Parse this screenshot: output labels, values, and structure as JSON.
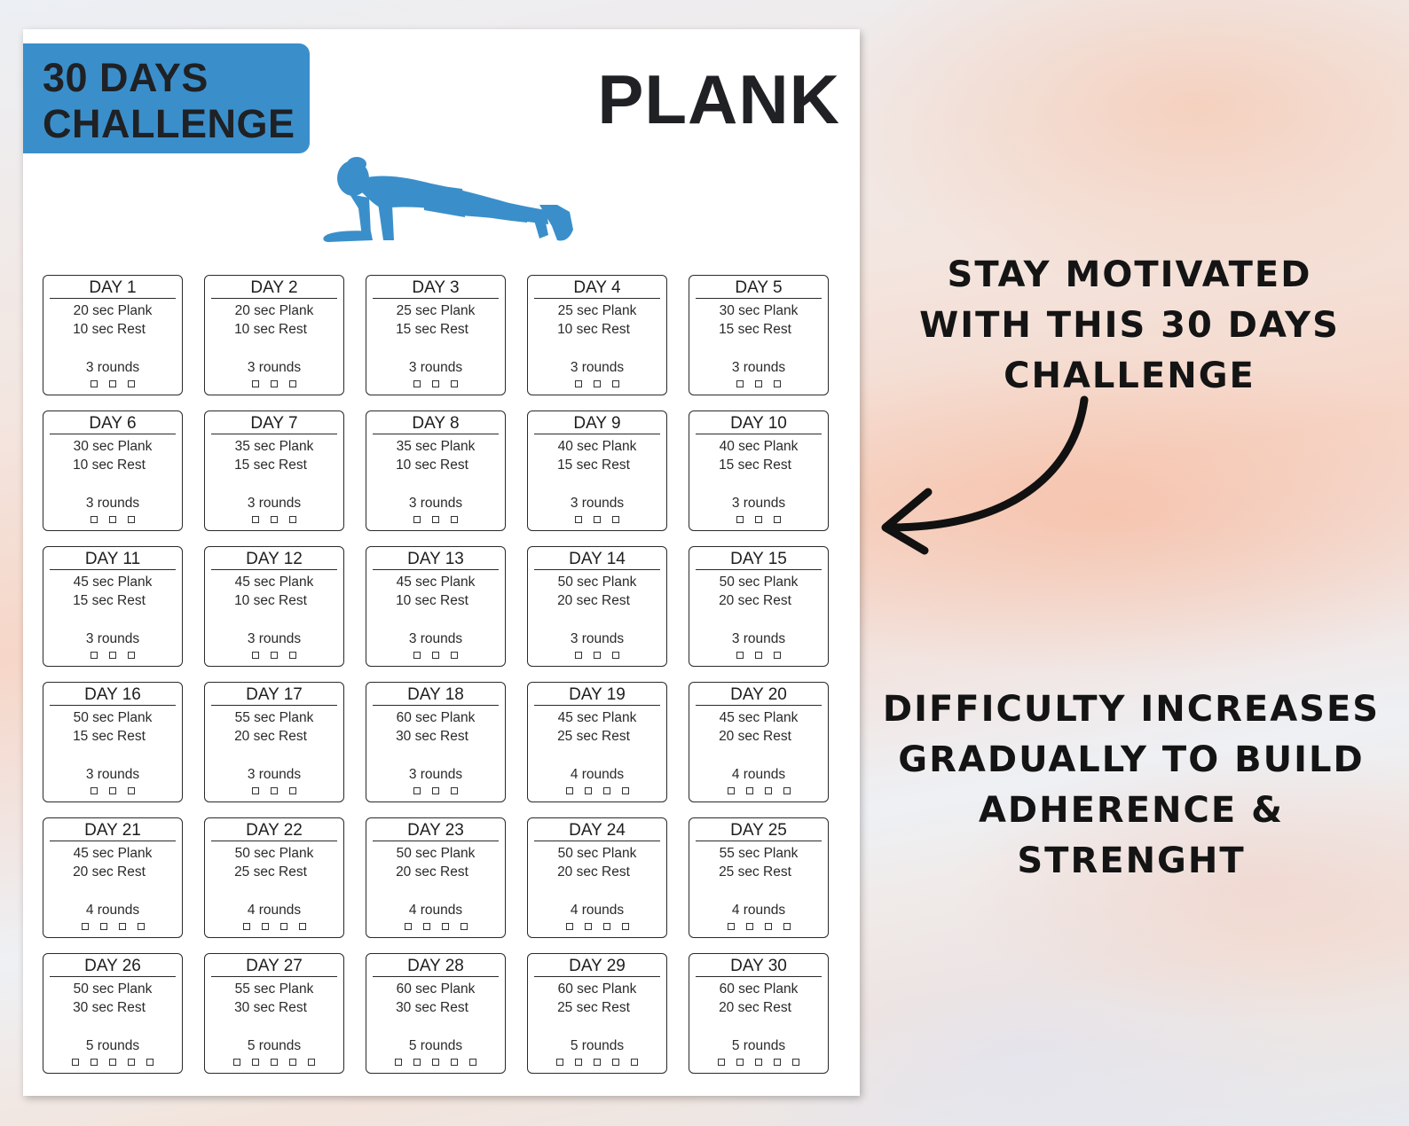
{
  "badge": {
    "line1": "30 DAYS",
    "line2": "CHALLENGE"
  },
  "title": "PLANK",
  "colors": {
    "accent": "#3a8fcb",
    "text": "#1f2125"
  },
  "figure_icon": "plank-figure",
  "days": [
    {
      "day": "DAY 1",
      "plank": "20 sec Plank",
      "rest": "10 sec Rest",
      "rounds_label": "3 rounds",
      "rounds": 3
    },
    {
      "day": "DAY 2",
      "plank": "20 sec Plank",
      "rest": "10 sec Rest",
      "rounds_label": "3 rounds",
      "rounds": 3
    },
    {
      "day": "DAY 3",
      "plank": "25 sec Plank",
      "rest": "15 sec Rest",
      "rounds_label": "3 rounds",
      "rounds": 3
    },
    {
      "day": "DAY 4",
      "plank": "25 sec Plank",
      "rest": "10 sec Rest",
      "rounds_label": "3 rounds",
      "rounds": 3
    },
    {
      "day": "DAY 5",
      "plank": "30 sec Plank",
      "rest": "15 sec Rest",
      "rounds_label": "3 rounds",
      "rounds": 3
    },
    {
      "day": "DAY 6",
      "plank": "30 sec Plank",
      "rest": "10 sec Rest",
      "rounds_label": "3 rounds",
      "rounds": 3
    },
    {
      "day": "DAY 7",
      "plank": "35 sec Plank",
      "rest": "15 sec Rest",
      "rounds_label": "3 rounds",
      "rounds": 3
    },
    {
      "day": "DAY 8",
      "plank": "35 sec Plank",
      "rest": "10 sec Rest",
      "rounds_label": "3 rounds",
      "rounds": 3
    },
    {
      "day": "DAY 9",
      "plank": "40 sec Plank",
      "rest": "15 sec Rest",
      "rounds_label": "3 rounds",
      "rounds": 3
    },
    {
      "day": "DAY 10",
      "plank": "40 sec Plank",
      "rest": "15 sec Rest",
      "rounds_label": "3 rounds",
      "rounds": 3
    },
    {
      "day": "DAY 11",
      "plank": "45 sec Plank",
      "rest": "15 sec Rest",
      "rounds_label": "3 rounds",
      "rounds": 3
    },
    {
      "day": "DAY 12",
      "plank": "45 sec Plank",
      "rest": "10 sec Rest",
      "rounds_label": "3 rounds",
      "rounds": 3
    },
    {
      "day": "DAY 13",
      "plank": "45 sec Plank",
      "rest": "10 sec Rest",
      "rounds_label": "3 rounds",
      "rounds": 3
    },
    {
      "day": "DAY 14",
      "plank": "50 sec Plank",
      "rest": "20 sec Rest",
      "rounds_label": "3 rounds",
      "rounds": 3
    },
    {
      "day": "DAY 15",
      "plank": "50 sec Plank",
      "rest": "20 sec Rest",
      "rounds_label": "3 rounds",
      "rounds": 3
    },
    {
      "day": "DAY 16",
      "plank": "50 sec Plank",
      "rest": "15 sec Rest",
      "rounds_label": "3 rounds",
      "rounds": 3
    },
    {
      "day": "DAY 17",
      "plank": "55 sec Plank",
      "rest": "20 sec Rest",
      "rounds_label": "3 rounds",
      "rounds": 3
    },
    {
      "day": "DAY 18",
      "plank": "60 sec Plank",
      "rest": "30 sec Rest",
      "rounds_label": "3 rounds",
      "rounds": 3
    },
    {
      "day": "DAY 19",
      "plank": "45 sec Plank",
      "rest": "25 sec Rest",
      "rounds_label": "4 rounds",
      "rounds": 4
    },
    {
      "day": "DAY 20",
      "plank": "45 sec Plank",
      "rest": "20 sec Rest",
      "rounds_label": "4 rounds",
      "rounds": 4
    },
    {
      "day": "DAY 21",
      "plank": "45 sec Plank",
      "rest": "20 sec Rest",
      "rounds_label": "4 rounds",
      "rounds": 4
    },
    {
      "day": "DAY 22",
      "plank": "50 sec Plank",
      "rest": "25 sec Rest",
      "rounds_label": "4 rounds",
      "rounds": 4
    },
    {
      "day": "DAY 23",
      "plank": "50 sec Plank",
      "rest": "20 sec Rest",
      "rounds_label": "4 rounds",
      "rounds": 4
    },
    {
      "day": "DAY 24",
      "plank": "50 sec Plank",
      "rest": "20 sec Rest",
      "rounds_label": "4 rounds",
      "rounds": 4
    },
    {
      "day": "DAY 25",
      "plank": "55 sec Plank",
      "rest": "25 sec Rest",
      "rounds_label": "4 rounds",
      "rounds": 4
    },
    {
      "day": "DAY 26",
      "plank": "50 sec Plank",
      "rest": "30 sec Rest",
      "rounds_label": "5 rounds",
      "rounds": 5
    },
    {
      "day": "DAY 27",
      "plank": "55 sec Plank",
      "rest": "30 sec Rest",
      "rounds_label": "5 rounds",
      "rounds": 5
    },
    {
      "day": "DAY 28",
      "plank": "60 sec Plank",
      "rest": "30 sec Rest",
      "rounds_label": "5 rounds",
      "rounds": 5
    },
    {
      "day": "DAY 29",
      "plank": "60 sec Plank",
      "rest": "25 sec Rest",
      "rounds_label": "5 rounds",
      "rounds": 5
    },
    {
      "day": "DAY 30",
      "plank": "60 sec Plank",
      "rest": "20 sec Rest",
      "rounds_label": "5 rounds",
      "rounds": 5
    }
  ],
  "side": {
    "motivation": [
      "STAY MOTIVATED",
      "WITH THIS 30 DAYS",
      "CHALLENGE"
    ],
    "difficulty": [
      "DIFFICULTY INCREASES",
      "GRADUALLY TO BUILD",
      "ADHERENCE & STRENGHT"
    ]
  },
  "arrow_icon": "curved-arrow-left-icon"
}
